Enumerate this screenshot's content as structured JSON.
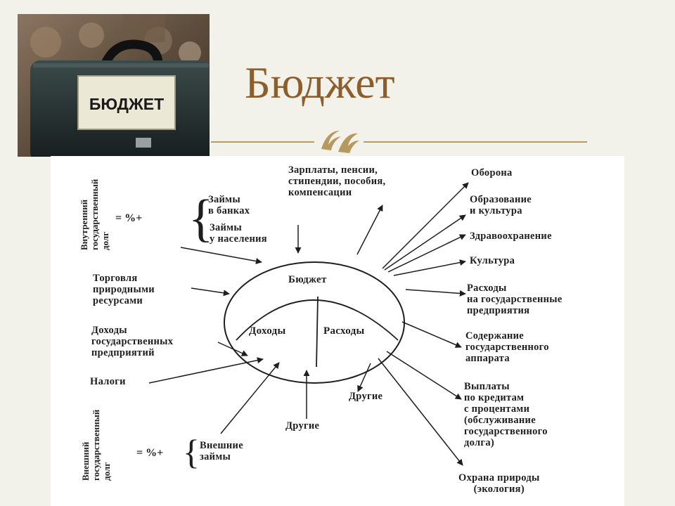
{
  "slide": {
    "title": "Бюджет"
  },
  "photo": {
    "sign_text": "БЮДЖЕТ"
  },
  "diagram": {
    "center": {
      "label": "Бюджет",
      "left": "Доходы",
      "right": "Расходы"
    },
    "internal_debt": {
      "title_lines": [
        "Внутренний",
        "государственный",
        "долг"
      ],
      "formula": "= %+",
      "items": [
        [
          "Займы",
          "в банках"
        ],
        [
          "Займы",
          "у населения"
        ]
      ]
    },
    "external_debt": {
      "title_lines": [
        "Внешний",
        "государственный",
        "долг"
      ],
      "formula": "= %+",
      "items": [
        [
          "Внешние",
          "займы"
        ]
      ]
    },
    "top_label": [
      "Зарплаты, пенсии,",
      "стипендии, пособия,",
      "компенсации"
    ],
    "income": {
      "trade": [
        "Торговля",
        "природными",
        "ресурсами"
      ],
      "enterprises": [
        "Доходы",
        "государственных",
        "предприятий"
      ],
      "taxes": [
        "Налоги"
      ],
      "other": [
        "Другие"
      ]
    },
    "expenses": {
      "defense": [
        "Оборона"
      ],
      "education": [
        "Образование",
        "и культура"
      ],
      "health": [
        "Здравоохранение"
      ],
      "culture": [
        "Культура"
      ],
      "state_enterprises": [
        "Расходы",
        "на государственные",
        "предприятия"
      ],
      "apparatus": [
        "Содержание",
        "государственного",
        "аппарата"
      ],
      "credit_payments": [
        "Выплаты",
        "по кредитам",
        "с процентами",
        "(обслуживание",
        "государственного",
        "долга)"
      ],
      "ecology": [
        "Охрана природы",
        "(экология)"
      ],
      "other": [
        "Другие"
      ]
    }
  }
}
